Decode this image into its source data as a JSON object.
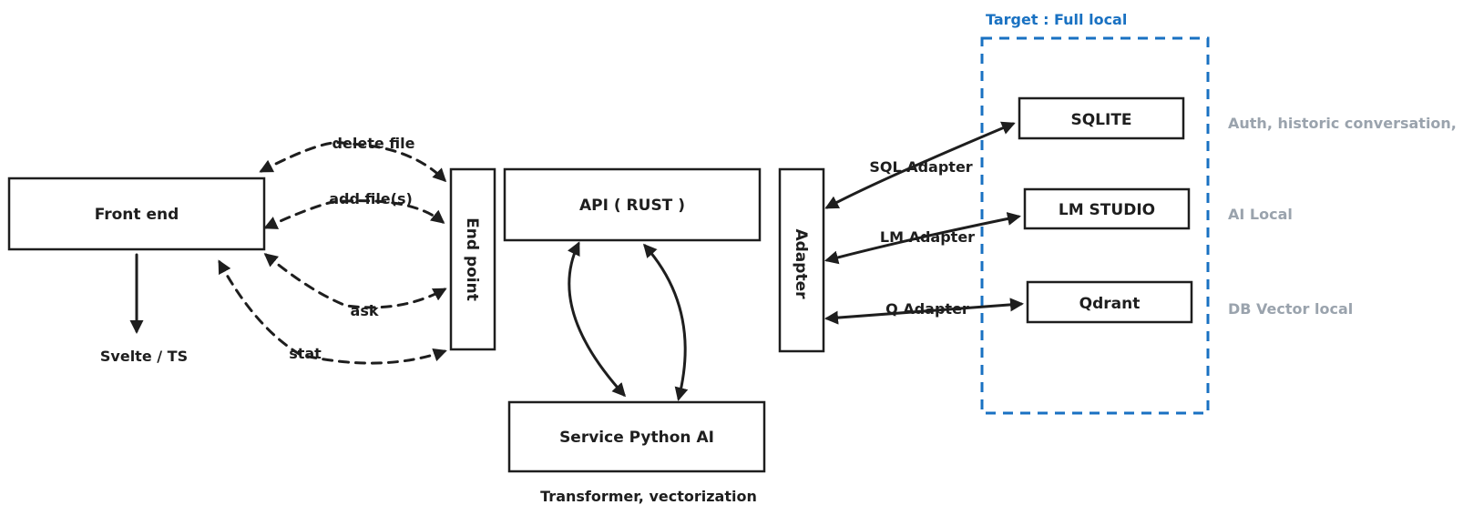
{
  "nodes": {
    "front_end": "Front end",
    "end_point": "End point",
    "api": "API ( RUST )",
    "service_python": "Service Python AI",
    "adapter": "Adapter",
    "sqlite": "SQLITE",
    "lm_studio": "LM STUDIO",
    "qdrant": "Qdrant"
  },
  "edges": {
    "delete_file": "delete file",
    "add_files": "add file(s)",
    "ask": "ask",
    "stat": "stat",
    "sql_adapter": "SQL Adapter",
    "lm_adapter": "LM Adapter",
    "q_adapter": "Q Adapter"
  },
  "notes": {
    "svelte_ts": "Svelte / TS",
    "transformer": "Transformer, vectorization",
    "target_title": "Target : Full local",
    "sqlite_note": "Auth, historic conversation, ...",
    "lm_note": "AI Local",
    "qdrant_note": "DB Vector local"
  },
  "colors": {
    "stroke": "#1e1e1e",
    "target_blue": "#1971c2",
    "note_gray": "#9aa3ad"
  }
}
